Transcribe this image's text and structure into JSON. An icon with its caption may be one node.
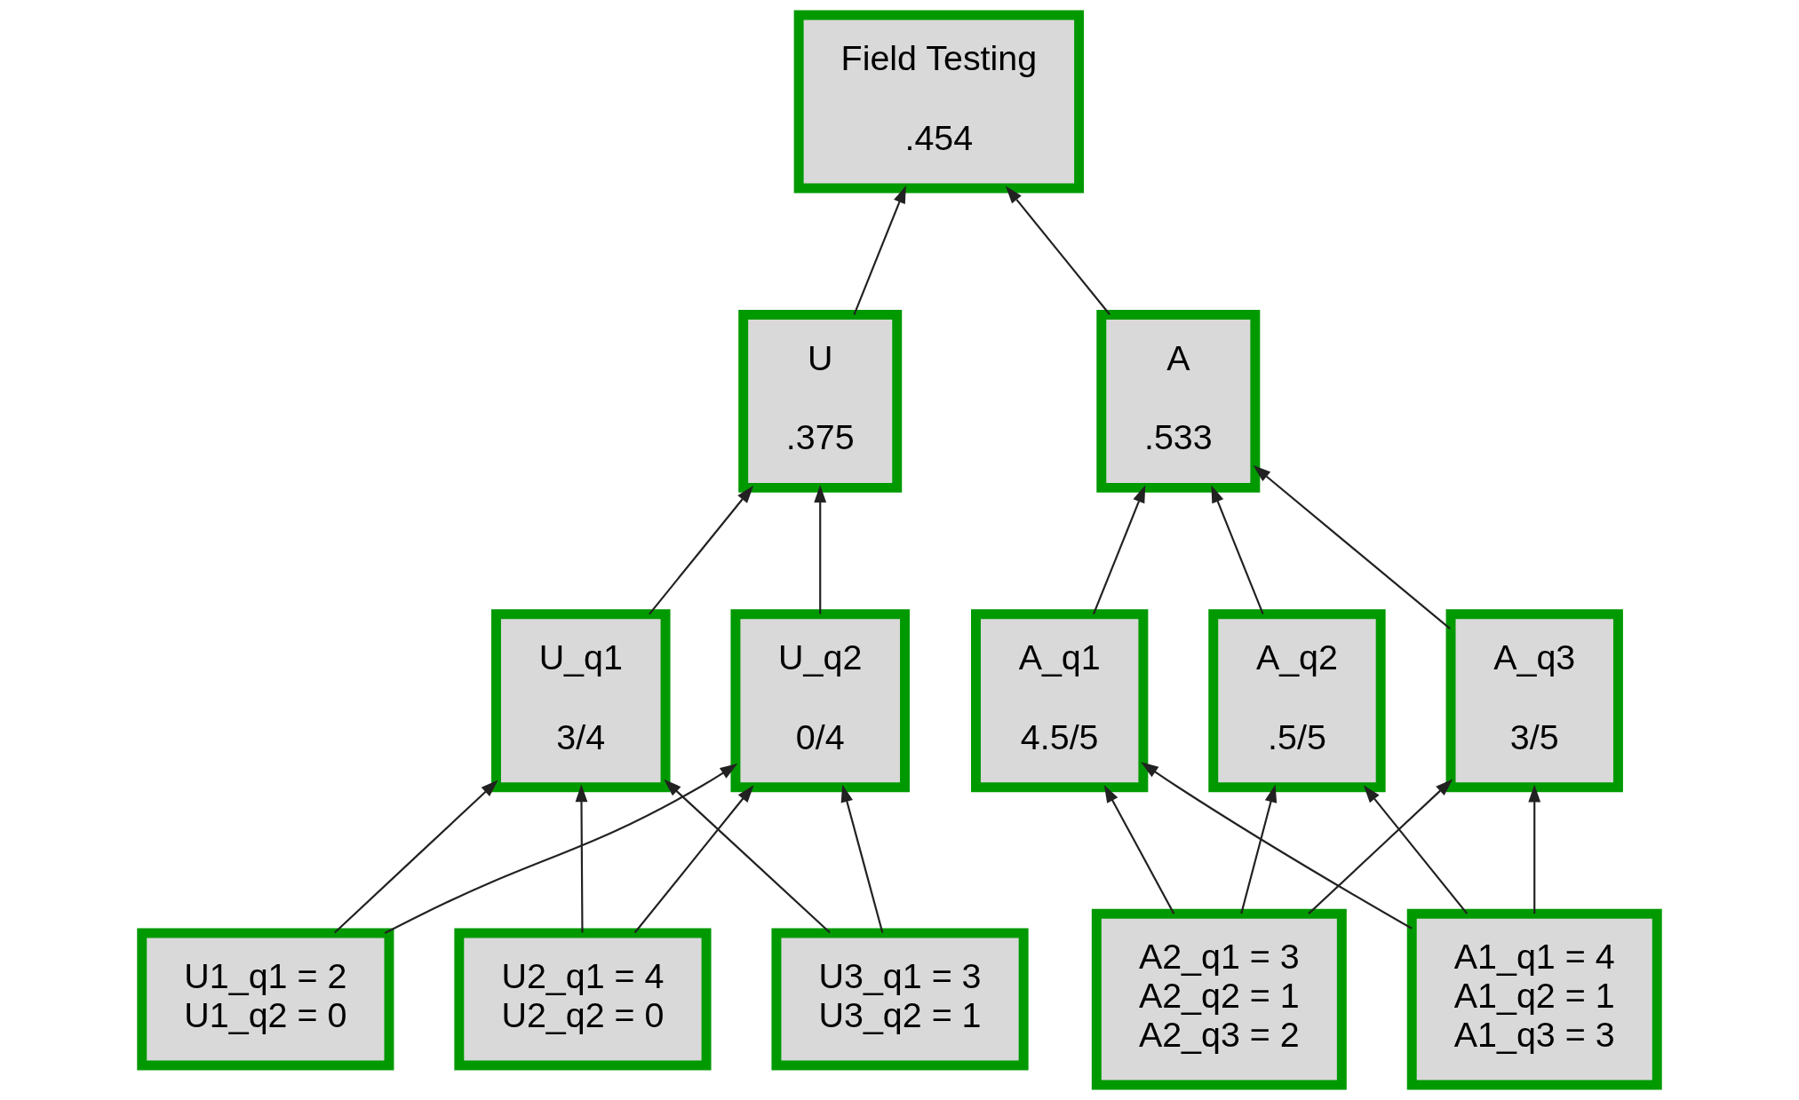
{
  "diagram": {
    "nodes": [
      {
        "text": [
          "Field Testing",
          ".454"
        ]
      },
      {
        "text": [
          "U",
          ".375"
        ]
      },
      {
        "text": [
          "A",
          ".533"
        ]
      },
      {
        "text": [
          "U_q1",
          "3/4"
        ]
      },
      {
        "text": [
          "U_q2",
          "0/4"
        ]
      },
      {
        "text": [
          "A_q1",
          "4.5/5"
        ]
      },
      {
        "text": [
          "A_q2",
          ".5/5"
        ]
      },
      {
        "text": [
          "A_q3",
          "3/5"
        ]
      },
      {
        "text": [
          "U1_q1 = 2",
          "U1_q2 = 0"
        ]
      },
      {
        "text": [
          "U2_q1 = 4",
          "U2_q2 = 0"
        ]
      },
      {
        "text": [
          "U3_q1 = 3",
          "U3_q2 = 1"
        ]
      },
      {
        "text": [
          "A1_q1 = 4",
          "A1_q2 = 1",
          "A1_q3 = 3"
        ]
      },
      {
        "text": [
          "A2_q1 = 3",
          "A2_q2 = 1",
          "A2_q3 = 2"
        ]
      }
    ],
    "edges": [
      {
        "from": 1,
        "to": 0,
        "arrow": "to"
      },
      {
        "from": 2,
        "to": 0,
        "arrow": "to"
      },
      {
        "from": 3,
        "to": 1,
        "arrow": "to"
      },
      {
        "from": 4,
        "to": 1,
        "arrow": "to"
      },
      {
        "from": 5,
        "to": 2,
        "arrow": "to"
      },
      {
        "from": 6,
        "to": 2,
        "arrow": "to"
      },
      {
        "from": 7,
        "to": 2,
        "arrow": "to"
      },
      {
        "from": 8,
        "to": 3,
        "arrow": "to"
      },
      {
        "from": 8,
        "to": 4,
        "arrow": "to"
      },
      {
        "from": 9,
        "to": 3,
        "arrow": "to"
      },
      {
        "from": 9,
        "to": 4,
        "arrow": "to"
      },
      {
        "from": 10,
        "to": 3,
        "arrow": "to"
      },
      {
        "from": 10,
        "to": 4,
        "arrow": "to"
      },
      {
        "from": 11,
        "to": 5,
        "arrow": "to"
      },
      {
        "from": 11,
        "to": 6,
        "arrow": "to"
      },
      {
        "from": 11,
        "to": 7,
        "arrow": "to"
      },
      {
        "from": 12,
        "to": 5,
        "arrow": "to"
      },
      {
        "from": 12,
        "to": 6,
        "arrow": "to"
      },
      {
        "from": 12,
        "to": 7,
        "arrow": "to"
      }
    ]
  }
}
